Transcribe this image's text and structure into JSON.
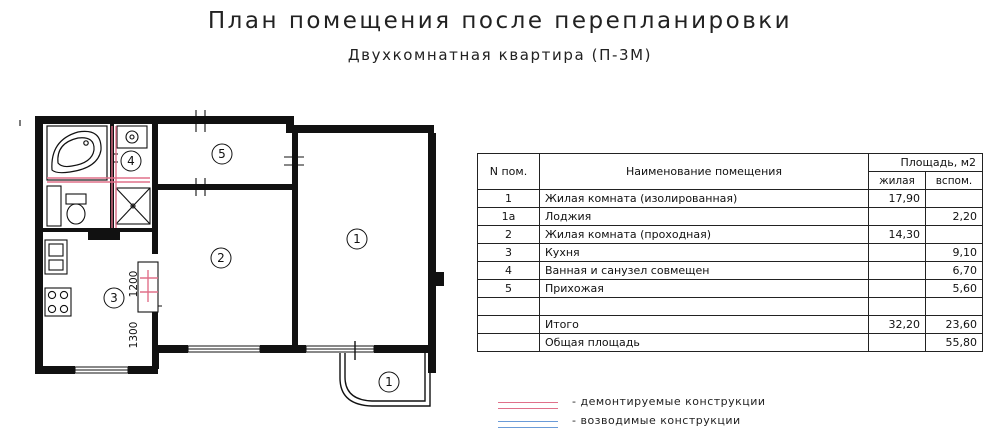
{
  "header": {
    "title": "План помещения после перепланировки",
    "subtitle": "Двухкомнатная квартира (П-3М)"
  },
  "plan": {
    "room_labels": [
      "1",
      "2",
      "3",
      "4",
      "5",
      "1"
    ],
    "dimensions": [
      "1200",
      "1300"
    ]
  },
  "table": {
    "col_no": "N пом.",
    "col_name": "Наименование помещения",
    "col_area": "Площадь, м2",
    "col_living": "жилая",
    "col_aux": "вспом.",
    "rows": [
      {
        "no": "1",
        "name": "Жилая комната (изолированная)",
        "living": "17,90",
        "aux": ""
      },
      {
        "no": "1а",
        "name": "Лоджия",
        "living": "",
        "aux": "2,20"
      },
      {
        "no": "2",
        "name": "Жилая комната (проходная)",
        "living": "14,30",
        "aux": ""
      },
      {
        "no": "3",
        "name": "Кухня",
        "living": "",
        "aux": "9,10"
      },
      {
        "no": "4",
        "name": "Ванная и санузел совмещен",
        "living": "",
        "aux": "6,70"
      },
      {
        "no": "5",
        "name": "Прихожая",
        "living": "",
        "aux": "5,60"
      },
      {
        "no": "",
        "name": "",
        "living": "",
        "aux": ""
      }
    ],
    "total_label": "Итого",
    "total_living": "32,20",
    "total_aux": "23,60",
    "grand_label": "Общая площадь",
    "grand_total": "55,80"
  },
  "legend": {
    "demolished": "- демонтируемые конструкции",
    "erected": "- возводимые конструкции",
    "demolished_color": "#e0708a",
    "erected_color": "#6a9bd8"
  }
}
